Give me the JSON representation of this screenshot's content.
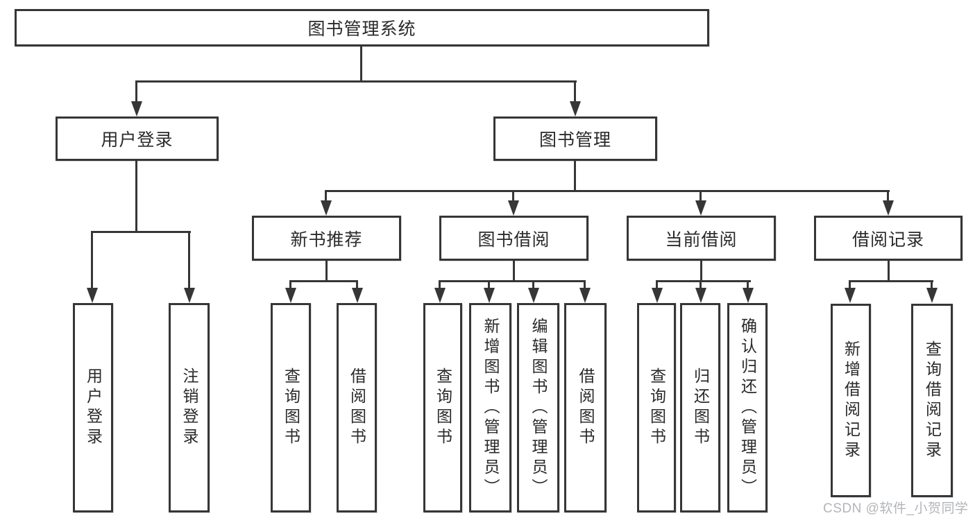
{
  "colors": {
    "line": "#363638",
    "text": "#2a2a2a",
    "background": "#ffffff",
    "watermark": "#b2b5b9"
  },
  "watermark": {
    "text": "CSDN @软件_小贺同学"
  },
  "tree": {
    "label": "图书管理系统",
    "children": [
      {
        "label": "用户登录",
        "children": [
          {
            "label": "用户登录"
          },
          {
            "label": "注销登录"
          }
        ]
      },
      {
        "label": "图书管理",
        "children": [
          {
            "label": "新书推荐",
            "children": [
              {
                "label": "查询图书"
              },
              {
                "label": "借阅图书"
              }
            ]
          },
          {
            "label": "图书借阅",
            "children": [
              {
                "label": "查询图书"
              },
              {
                "label": "新增图书（管理员）"
              },
              {
                "label": "编辑图书（管理员）"
              },
              {
                "label": "借阅图书"
              }
            ]
          },
          {
            "label": "当前借阅",
            "children": [
              {
                "label": "查询图书"
              },
              {
                "label": "归还图书"
              },
              {
                "label": "确认归还（管理员）"
              }
            ]
          },
          {
            "label": "借阅记录",
            "children": [
              {
                "label": "新增借阅记录"
              },
              {
                "label": "查询借阅记录"
              }
            ]
          }
        ]
      }
    ]
  }
}
